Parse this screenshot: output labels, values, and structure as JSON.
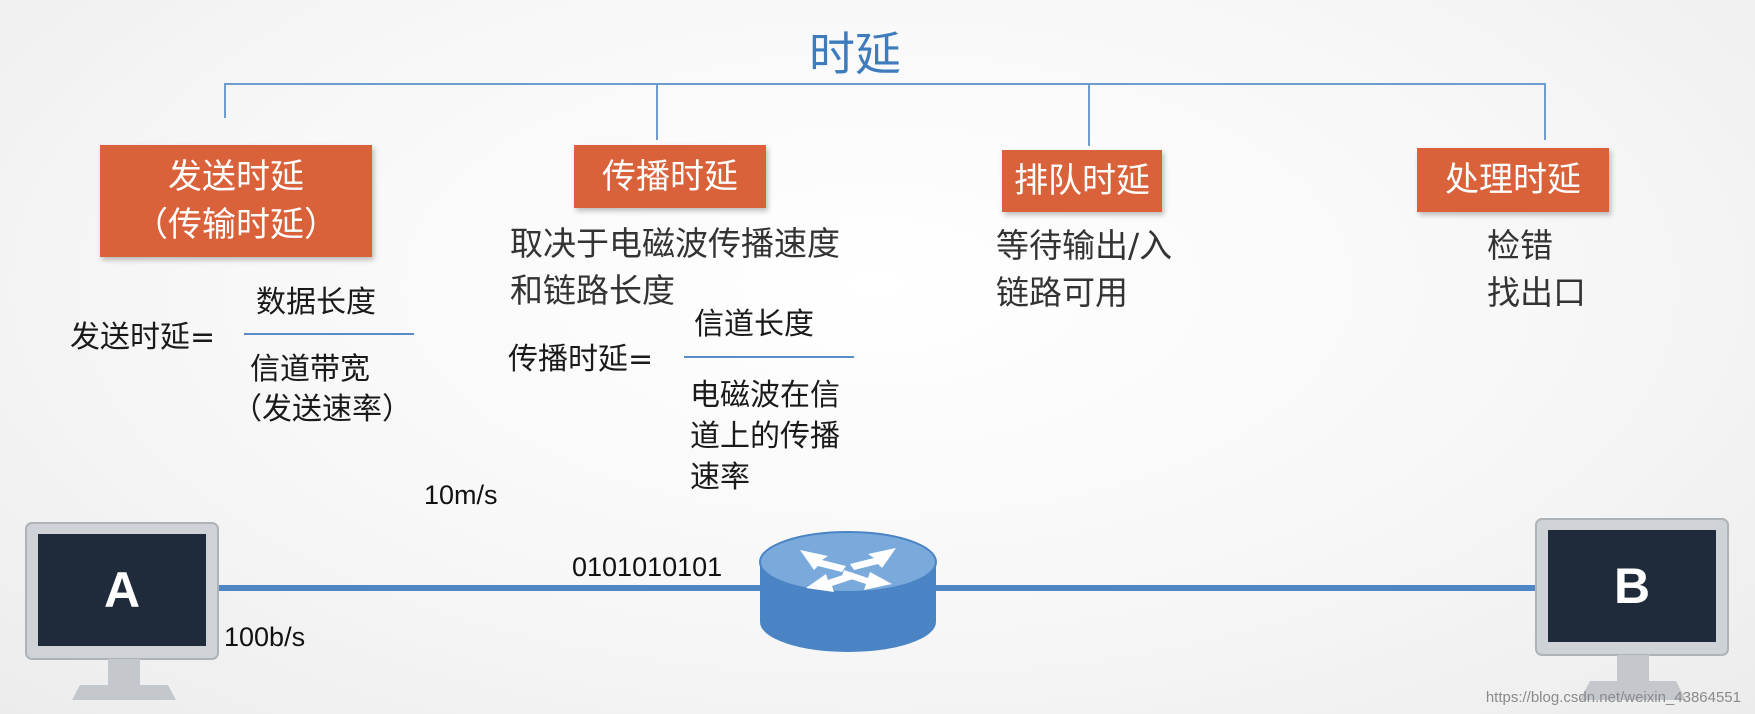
{
  "title": "时延",
  "boxes": [
    {
      "line1": "发送时延",
      "line2": "（传输时延）"
    },
    {
      "line1": "传播时延"
    },
    {
      "line1": "排队时延"
    },
    {
      "line1": "处理时延"
    }
  ],
  "propagation_desc": [
    "取决于电磁波传播速度",
    "和链路长度"
  ],
  "queue_desc": [
    "等待输出/入",
    "链路可用"
  ],
  "processing_desc": [
    "检错",
    "找出口"
  ],
  "send_formula": {
    "lhs": "发送时延=",
    "numerator": "数据长度",
    "denominator": [
      "信道带宽",
      "（发送速率）"
    ]
  },
  "prop_formula": {
    "lhs": "传播时延=",
    "numerator": "信道长度",
    "denominator": [
      "电磁波在信",
      "道上的传播",
      "速率"
    ]
  },
  "network": {
    "host_a": "A",
    "host_b": "B",
    "bits": "0101010101",
    "speed_label": "10m/s",
    "rate_label": "100b/s"
  },
  "colors": {
    "accent": "#3f7cbd",
    "box": "#d9623b",
    "link": "#4f86c6",
    "monitor": "#1f2b3a"
  },
  "watermark": "https://blog.csdn.net/weixin_43864551"
}
